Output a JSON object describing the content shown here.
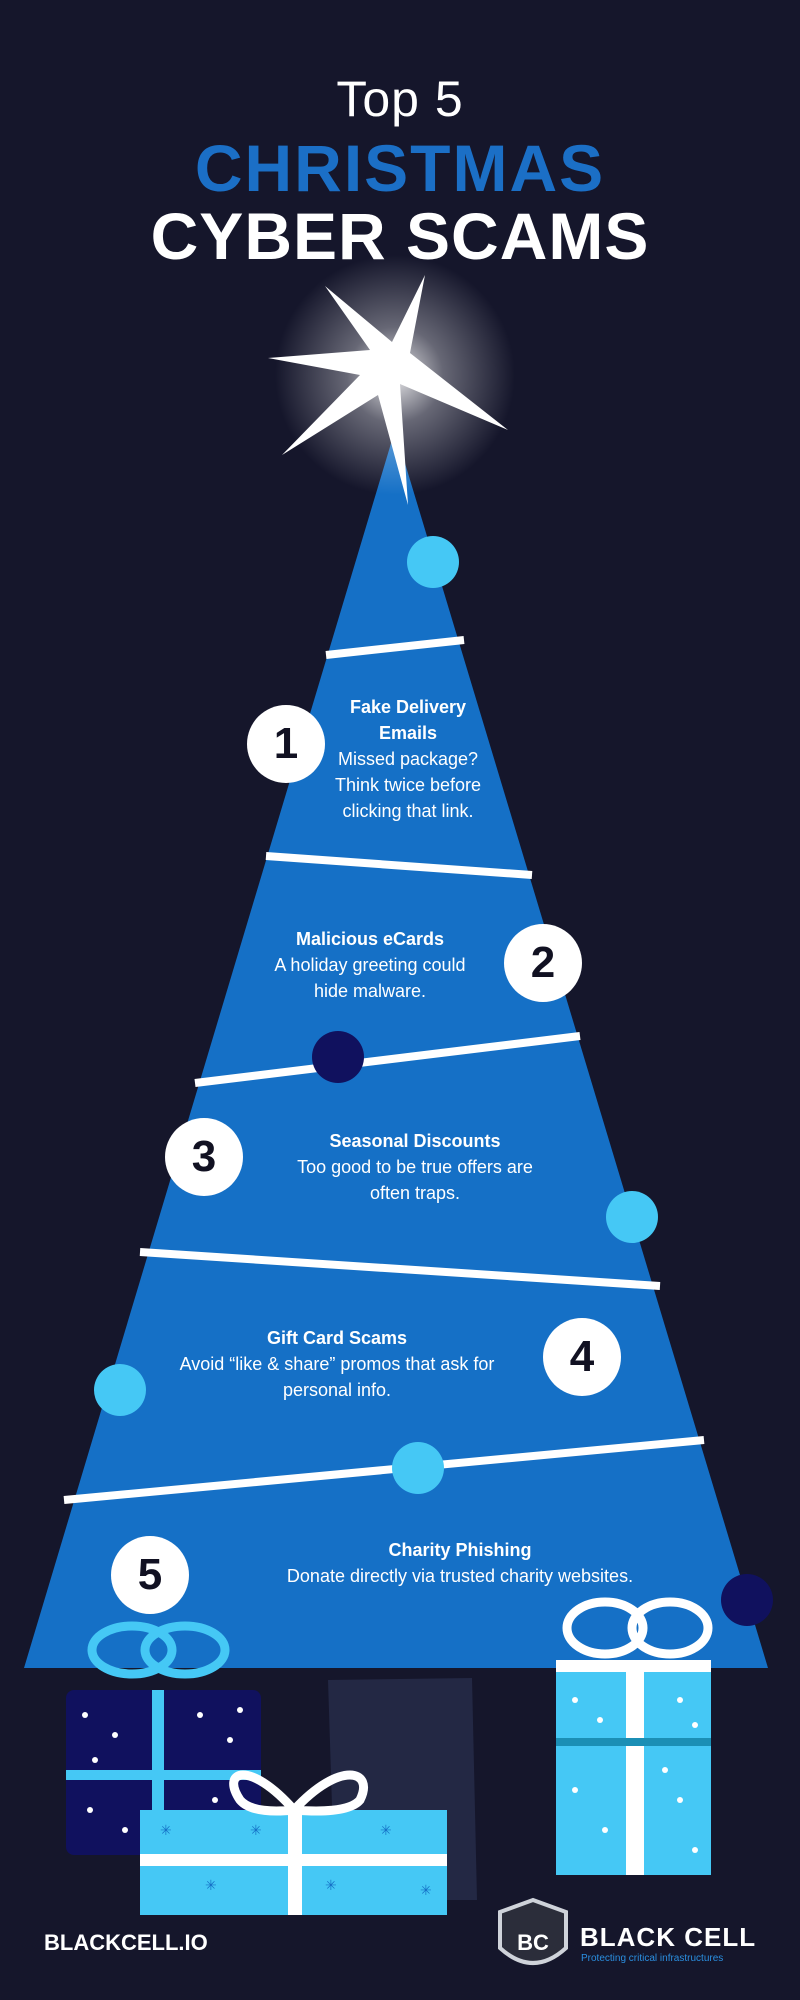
{
  "header": {
    "line1": "Top 5",
    "line2": "CHRISTMAS",
    "line3": "CYBER SCAMS"
  },
  "scams": [
    {
      "number": "1",
      "title_line1": "Fake Delivery",
      "title_line2": "Emails",
      "desc_line1": "Missed package?",
      "desc_line2": "Think twice before",
      "desc_line3": "clicking that link."
    },
    {
      "number": "2",
      "title": "Malicious eCards",
      "desc_line1": "A holiday greeting could",
      "desc_line2": "hide malware."
    },
    {
      "number": "3",
      "title": "Seasonal Discounts",
      "desc_line1": "Too good to be true offers are",
      "desc_line2": "often traps."
    },
    {
      "number": "4",
      "title": "Gift Card Scams",
      "desc_line1": "Avoid “like & share” promos that ask for",
      "desc_line2": "personal info."
    },
    {
      "number": "5",
      "title": "Charity Phishing",
      "desc_line1": "Donate directly via trusted charity websites."
    }
  ],
  "footer": {
    "website": "BLACKCELL.IO",
    "brand_name": "BLACK CELL",
    "brand_tagline": "Protecting critical infrastructures",
    "logo_letters": "BC"
  },
  "colors": {
    "background": "#15162b",
    "tree": "#1570c6",
    "accent_blue": "#1b6fc6",
    "light_ornament": "#45c8f5",
    "dark_ornament": "#10115e"
  }
}
